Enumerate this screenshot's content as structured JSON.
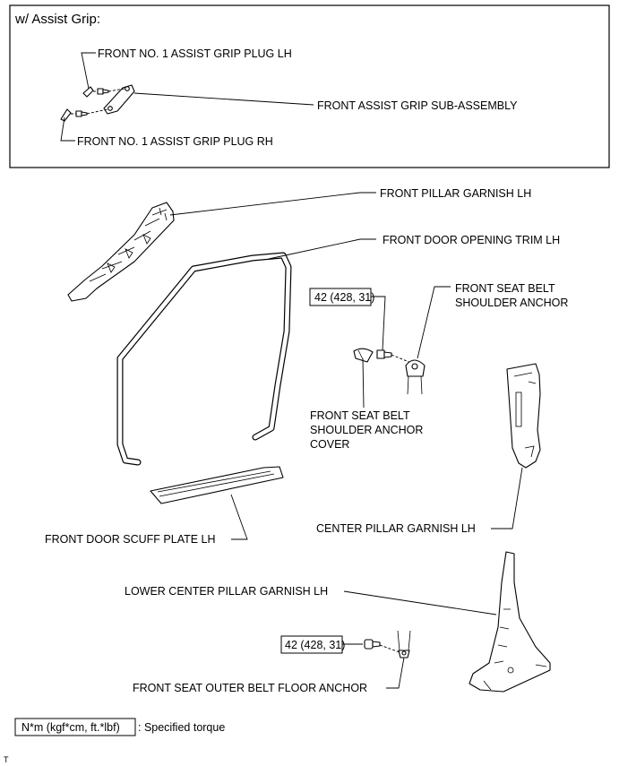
{
  "assist_grip_section": {
    "title": "w/ Assist Grip:",
    "labels": {
      "plug_lh": "FRONT NO. 1 ASSIST GRIP PLUG LH",
      "grip_sub_assembly": "FRONT ASSIST GRIP SUB-ASSEMBLY",
      "plug_rh": "FRONT NO. 1 ASSIST GRIP PLUG RH"
    }
  },
  "parts": {
    "front_pillar_garnish": "FRONT PILLAR GARNISH LH",
    "front_door_opening_trim": "FRONT DOOR OPENING TRIM LH",
    "shoulder_anchor_line1": "FRONT SEAT BELT",
    "shoulder_anchor_line2": "SHOULDER ANCHOR",
    "anchor_cover_line1": "FRONT SEAT BELT",
    "anchor_cover_line2": "SHOULDER ANCHOR",
    "anchor_cover_line3": "COVER",
    "center_pillar_garnish": "CENTER PILLAR GARNISH LH",
    "scuff_plate": "FRONT DOOR SCUFF PLATE LH",
    "lower_center_pillar_garnish": "LOWER CENTER PILLAR GARNISH LH",
    "outer_belt_floor_anchor": "FRONT SEAT OUTER BELT FLOOR ANCHOR"
  },
  "torque_values": {
    "shoulder_anchor_bolt": "42 (428, 31)",
    "floor_anchor_bolt": "42 (428, 31)"
  },
  "legend": {
    "unit_box": "N*m (kgf*cm, ft.*lbf)",
    "description": ": Specified torque"
  },
  "corner_mark": "T"
}
